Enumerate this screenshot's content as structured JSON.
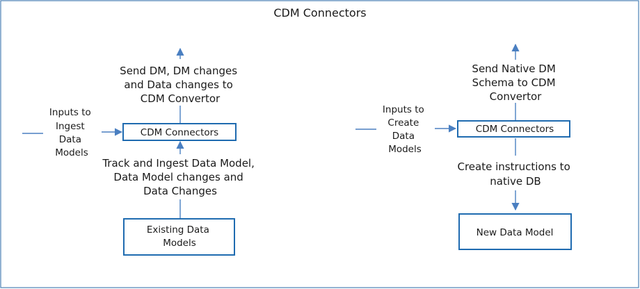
{
  "diagram": {
    "title": "CDM Connectors",
    "left": {
      "output_label": [
        "Send DM, DM changes",
        "and Data changes to",
        "CDM Convertor"
      ],
      "input_label": [
        "Inputs to",
        "Ingest",
        "Data",
        "Models"
      ],
      "connector_box": "CDM Connectors",
      "track_label": [
        "Track and Ingest Data Model,",
        "Data Model changes and",
        "Data Changes"
      ],
      "source_box": [
        "Existing Data",
        "Models"
      ]
    },
    "right": {
      "output_label": [
        "Send Native DM",
        "Schema to CDM",
        "Convertor"
      ],
      "input_label": [
        "Inputs to",
        "Create",
        "Data",
        "Models"
      ],
      "connector_box": "CDM Connectors",
      "instructions_label": [
        "Create instructions to",
        "native DB"
      ],
      "target_box": "New Data Model"
    },
    "colors": {
      "frame": "#4a80b4",
      "box_border": "#1f6bb0",
      "arrow": "#4a7fc1",
      "text": "#1a1a1a"
    }
  }
}
